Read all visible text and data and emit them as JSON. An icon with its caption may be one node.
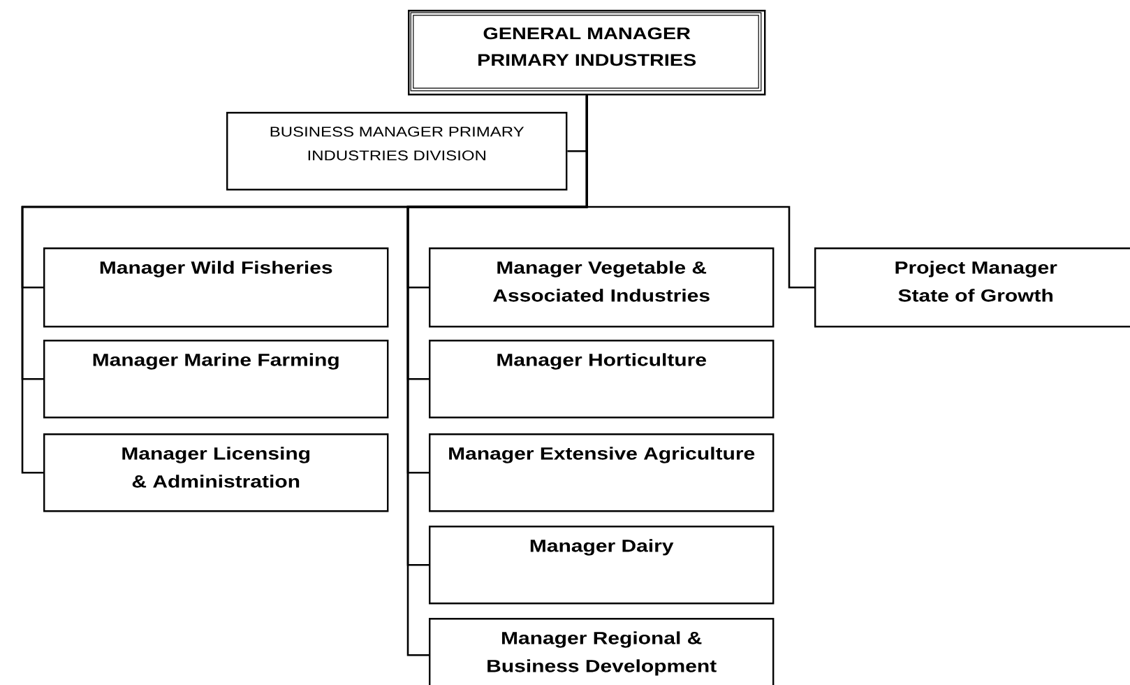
{
  "diagram": {
    "nodes": [
      {
        "text": [
          "GENERAL MANAGER PRIMARY INDUSTRIES"
        ]
      },
      {
        "text": [
          "BUSINESS MANAGER PRIMARY INDUSTRIES DIVISION"
        ]
      },
      {
        "text": [
          "Manager Wild Fisheries"
        ]
      },
      {
        "text": [
          "Manager Vegetable & Associated Industries"
        ]
      },
      {
        "text": [
          "Project Manager State of Growth"
        ]
      },
      {
        "text": [
          "Manager Marine Farming"
        ]
      },
      {
        "text": [
          "Manager Horticulture"
        ]
      },
      {
        "text": [
          "Manager Licensing & Administration"
        ]
      },
      {
        "text": [
          "Manager Extensive Agriculture"
        ]
      },
      {
        "text": [
          "Manager Dairy"
        ]
      },
      {
        "text": [
          "Manager Regional & Business Development"
        ]
      }
    ],
    "edges": [
      {
        "from": 0,
        "to": 1,
        "arrow": "none"
      },
      {
        "from": 0,
        "to": 2,
        "arrow": "none"
      },
      {
        "from": 0,
        "to": 5,
        "arrow": "none"
      },
      {
        "from": 0,
        "to": 7,
        "arrow": "none"
      },
      {
        "from": 0,
        "to": 3,
        "arrow": "none"
      },
      {
        "from": 0,
        "to": 6,
        "arrow": "none"
      },
      {
        "from": 0,
        "to": 8,
        "arrow": "none"
      },
      {
        "from": 0,
        "to": 9,
        "arrow": "none"
      },
      {
        "from": 0,
        "to": 10,
        "arrow": "none"
      },
      {
        "from": 0,
        "to": 4,
        "arrow": "none"
      }
    ]
  }
}
